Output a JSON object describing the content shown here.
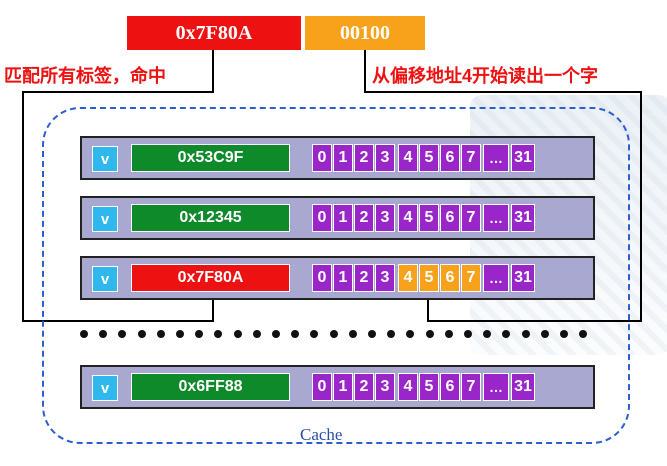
{
  "address": {
    "tag": "0x7F80A",
    "offset": "00100"
  },
  "labels": {
    "tag_match": "匹配所有标签，命中",
    "read_from_offset": "从偏移地址4开始读出一个字"
  },
  "cache": {
    "label": "Cache",
    "lines": [
      {
        "valid": "v",
        "tag": "0x53C9F",
        "tag_color": "#0e8a2a",
        "highlight": []
      },
      {
        "valid": "v",
        "tag": "0x12345",
        "tag_color": "#0e8a2a",
        "highlight": []
      },
      {
        "valid": "v",
        "tag": "0x7F80A",
        "tag_color": "#ee1111",
        "highlight": [
          4,
          5,
          6,
          7
        ]
      },
      {
        "valid": "v",
        "tag": "0x6FF88",
        "tag_color": "#0e8a2a",
        "highlight": []
      }
    ],
    "byte_labels": [
      "0",
      "1",
      "2",
      "3",
      "4",
      "5",
      "6",
      "7",
      "…",
      "31"
    ]
  },
  "colors": {
    "tag_hit": "#ee1111",
    "offset": "#f7a21a",
    "tag_normal": "#0e8a2a",
    "byte": "#9a26c9",
    "valid": "#2fb8ee",
    "cache_border": "#2b5fd0"
  }
}
